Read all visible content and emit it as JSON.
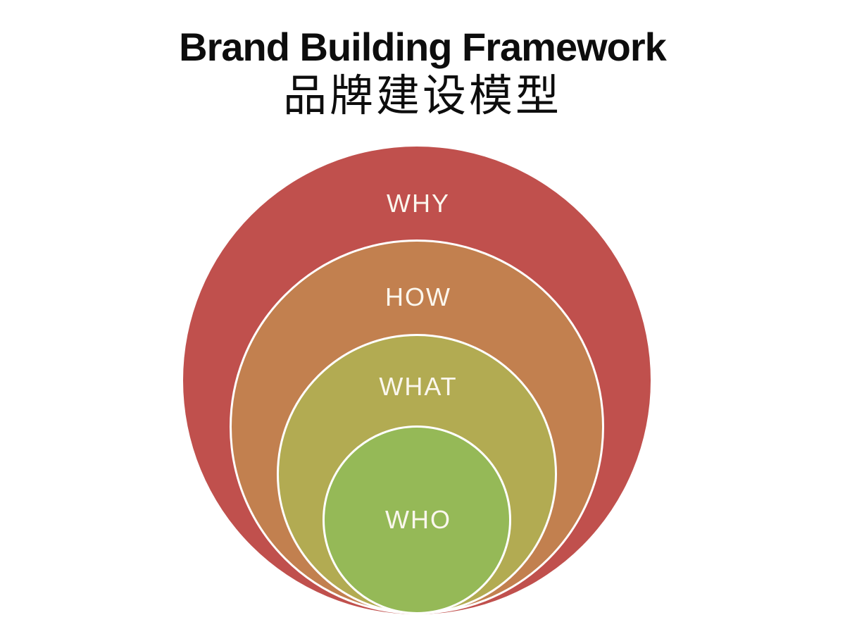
{
  "slide": {
    "background_color": "#FFFFFF",
    "title": {
      "en": "Brand Building Framework",
      "zh": "品牌建设模型",
      "text_color": "#0D0D0D"
    },
    "diagram": {
      "type": "nested-circles",
      "description": "Four concentric circles tangent at a common bottom point, outermost to innermost",
      "stroke_color": "#FFFFFF",
      "label_color": "#FBF7EE",
      "levels": [
        {
          "id": "why",
          "label": "WHY",
          "color": "#C0504D",
          "order": 1
        },
        {
          "id": "how",
          "label": "HOW",
          "color": "#C2804F",
          "order": 2
        },
        {
          "id": "what",
          "label": "WHAT",
          "color": "#B2AB52",
          "order": 3
        },
        {
          "id": "who",
          "label": "WHO",
          "color": "#95B957",
          "order": 4
        }
      ]
    }
  }
}
